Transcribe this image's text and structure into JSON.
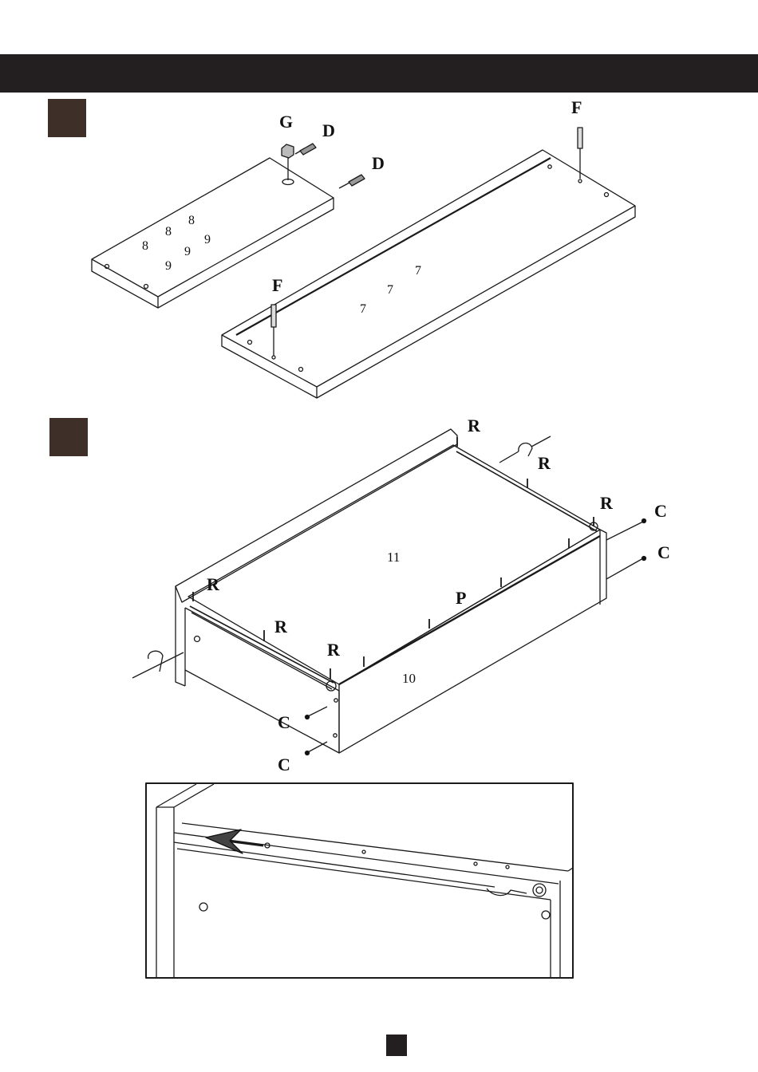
{
  "step1": {
    "panel_small_labels": [
      "8",
      "8",
      "8",
      "9",
      "9",
      "9"
    ],
    "panel_large_labels": [
      "7",
      "7",
      "7"
    ],
    "hardware_labels": {
      "g": "G",
      "d1": "D",
      "d2": "D",
      "f1": "F",
      "f2": "F"
    }
  },
  "step2": {
    "part_labels": {
      "top": "11",
      "front": "10",
      "rail": "P"
    },
    "r_labels": [
      "R",
      "R",
      "R",
      "R",
      "R",
      "R"
    ],
    "c_labels": [
      "C",
      "C",
      "C",
      "C"
    ]
  },
  "colors": {
    "bar": "#231f20",
    "step_box": "#3e3029",
    "line": "#1a1a1a"
  },
  "icons": [
    "cam-lock-icon",
    "dowel-icon",
    "screw-icon",
    "bolt-icon"
  ]
}
